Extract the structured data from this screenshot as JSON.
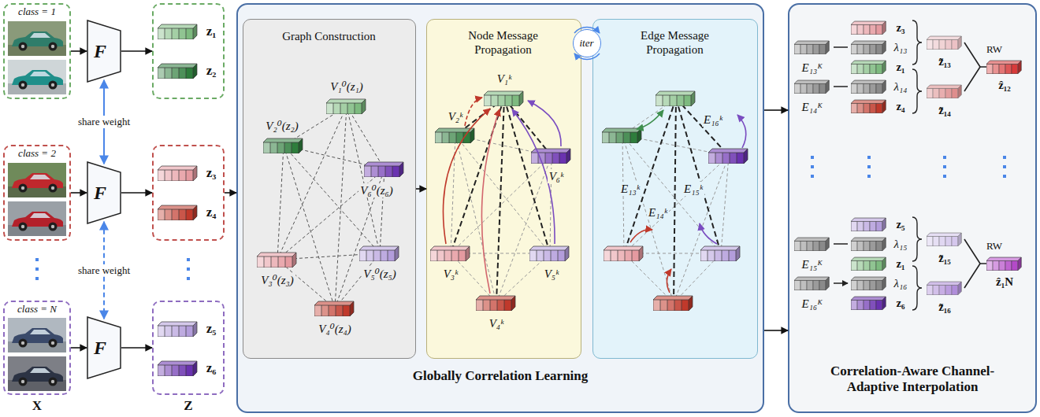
{
  "diagram": {
    "nodes": [
      {
        "text": [
          "class = 1"
        ]
      },
      {
        "text": [
          "F"
        ]
      },
      {
        "text": [
          "z₁",
          "z₂"
        ]
      },
      {
        "text": [
          "class = 2"
        ]
      },
      {
        "text": [
          "F"
        ]
      },
      {
        "text": [
          "z₃",
          "z₄"
        ]
      },
      {
        "text": [
          "class = N"
        ]
      },
      {
        "text": [
          "F"
        ]
      },
      {
        "text": [
          "z₅",
          "z₆"
        ]
      },
      {
        "text": [
          "Globally Correlation Learning"
        ]
      },
      {
        "text": [
          "Graph Construction"
        ],
        "in": 9
      },
      {
        "text": [
          "Node Message Propagation"
        ],
        "in": 9
      },
      {
        "text": [
          "Edge Message Propagation"
        ],
        "in": 9
      },
      {
        "text": [
          "iter"
        ],
        "in": 9
      },
      {
        "text": [
          "Correlation-Aware Channel-Adaptive Interpolation"
        ]
      }
    ],
    "edges": [
      {
        "from": 0,
        "to": 1,
        "arrow": "to"
      },
      {
        "from": 1,
        "to": 2,
        "arrow": "to"
      },
      {
        "from": 3,
        "to": 4,
        "arrow": "to"
      },
      {
        "from": 4,
        "to": 5,
        "arrow": "to"
      },
      {
        "from": 6,
        "to": 7,
        "arrow": "to"
      },
      {
        "from": 7,
        "to": 8,
        "arrow": "to"
      },
      {
        "from": 1,
        "to": 4,
        "label": "share weight",
        "arrow": "both"
      },
      {
        "from": 4,
        "to": 7,
        "label": "share weight",
        "arrow": "both"
      },
      {
        "from": 5,
        "to": 9,
        "arrow": "to"
      },
      {
        "from": 10,
        "to": 11,
        "arrow": "to"
      },
      {
        "from": 9,
        "to": 14,
        "arrow": "to"
      },
      {
        "from": 9,
        "to": 14,
        "arrow": "to"
      }
    ],
    "labels": [
      "X",
      "Z",
      "V₁⁰(z₁)",
      "V₂⁰(z₂)",
      "V₃⁰(z₃)",
      "V₄⁰(z₄)",
      "V₅⁰(z₅)",
      "V₆⁰(z₆)",
      "V₁ᵏ",
      "V₂ᵏ",
      "V₃ᵏ",
      "V₄ᵏ",
      "V₅ᵏ",
      "V₆ᵏ",
      "E₁₆ᵏ",
      "E₁₃ᵏ",
      "E₁₄ᵏ",
      "E₁₅ᵏ",
      "E₁₃ᴷ",
      "z₃",
      "λ₁₃",
      "z₁",
      "E₁₄ᴷ",
      "λ₁₄",
      "z₄",
      "z̃₁₃",
      "z̃₁₄",
      "RW",
      "ẑ₁₂",
      "E₁₅ᴷ",
      "z₅",
      "λ₁₅",
      "z₁",
      "E₁₆ᴷ",
      "λ₁₆",
      "z₆",
      "z̃₁₅",
      "z̃₁₆",
      "RW",
      "ẑ₁N"
    ]
  }
}
